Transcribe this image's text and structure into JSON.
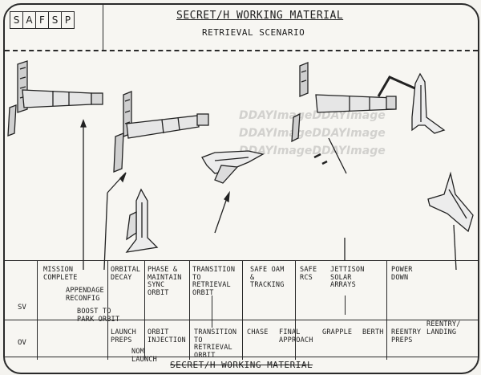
{
  "header": {
    "logo_letters": [
      "S",
      "A",
      "F",
      "S",
      "P"
    ],
    "classification_top": "SECRET/H WORKING MATERIAL",
    "title": "RETRIEVAL SCENARIO",
    "watermark": "DDAYImageDDAYImage"
  },
  "rows": {
    "sv": "SV",
    "ov": "OV"
  },
  "sv_events": [
    "MISSION\nCOMPLETE",
    "APPENDAGE\nRECONFIG",
    "BOOST TO\nPARK ORBIT",
    "ORBITAL\nDECAY",
    "PHASE &\nMAINTAIN\nSYNC\nORBIT",
    "TRANSITION\nTO\nRETRIEVAL\nORBIT",
    "SAFE OAM\n&\nTRACKING",
    "SAFE\nRCS",
    "JETTISON\nSOLAR\nARRAYS",
    "POWER\nDOWN",
    "REENTRY/\nLANDING"
  ],
  "ov_events": [
    "LAUNCH\nPREPS",
    "NOM\nLAUNCH",
    "ORBIT\nINJECTION",
    "TRANSITION\nTO\nRETRIEVAL\nORBIT",
    "CHASE",
    "FINAL\nAPPROACH",
    "GRAPPLE",
    "BERTH",
    "REENTRY\nPREPS"
  ],
  "classification_bottom": "SECRET/H WORKING MATERIAL"
}
